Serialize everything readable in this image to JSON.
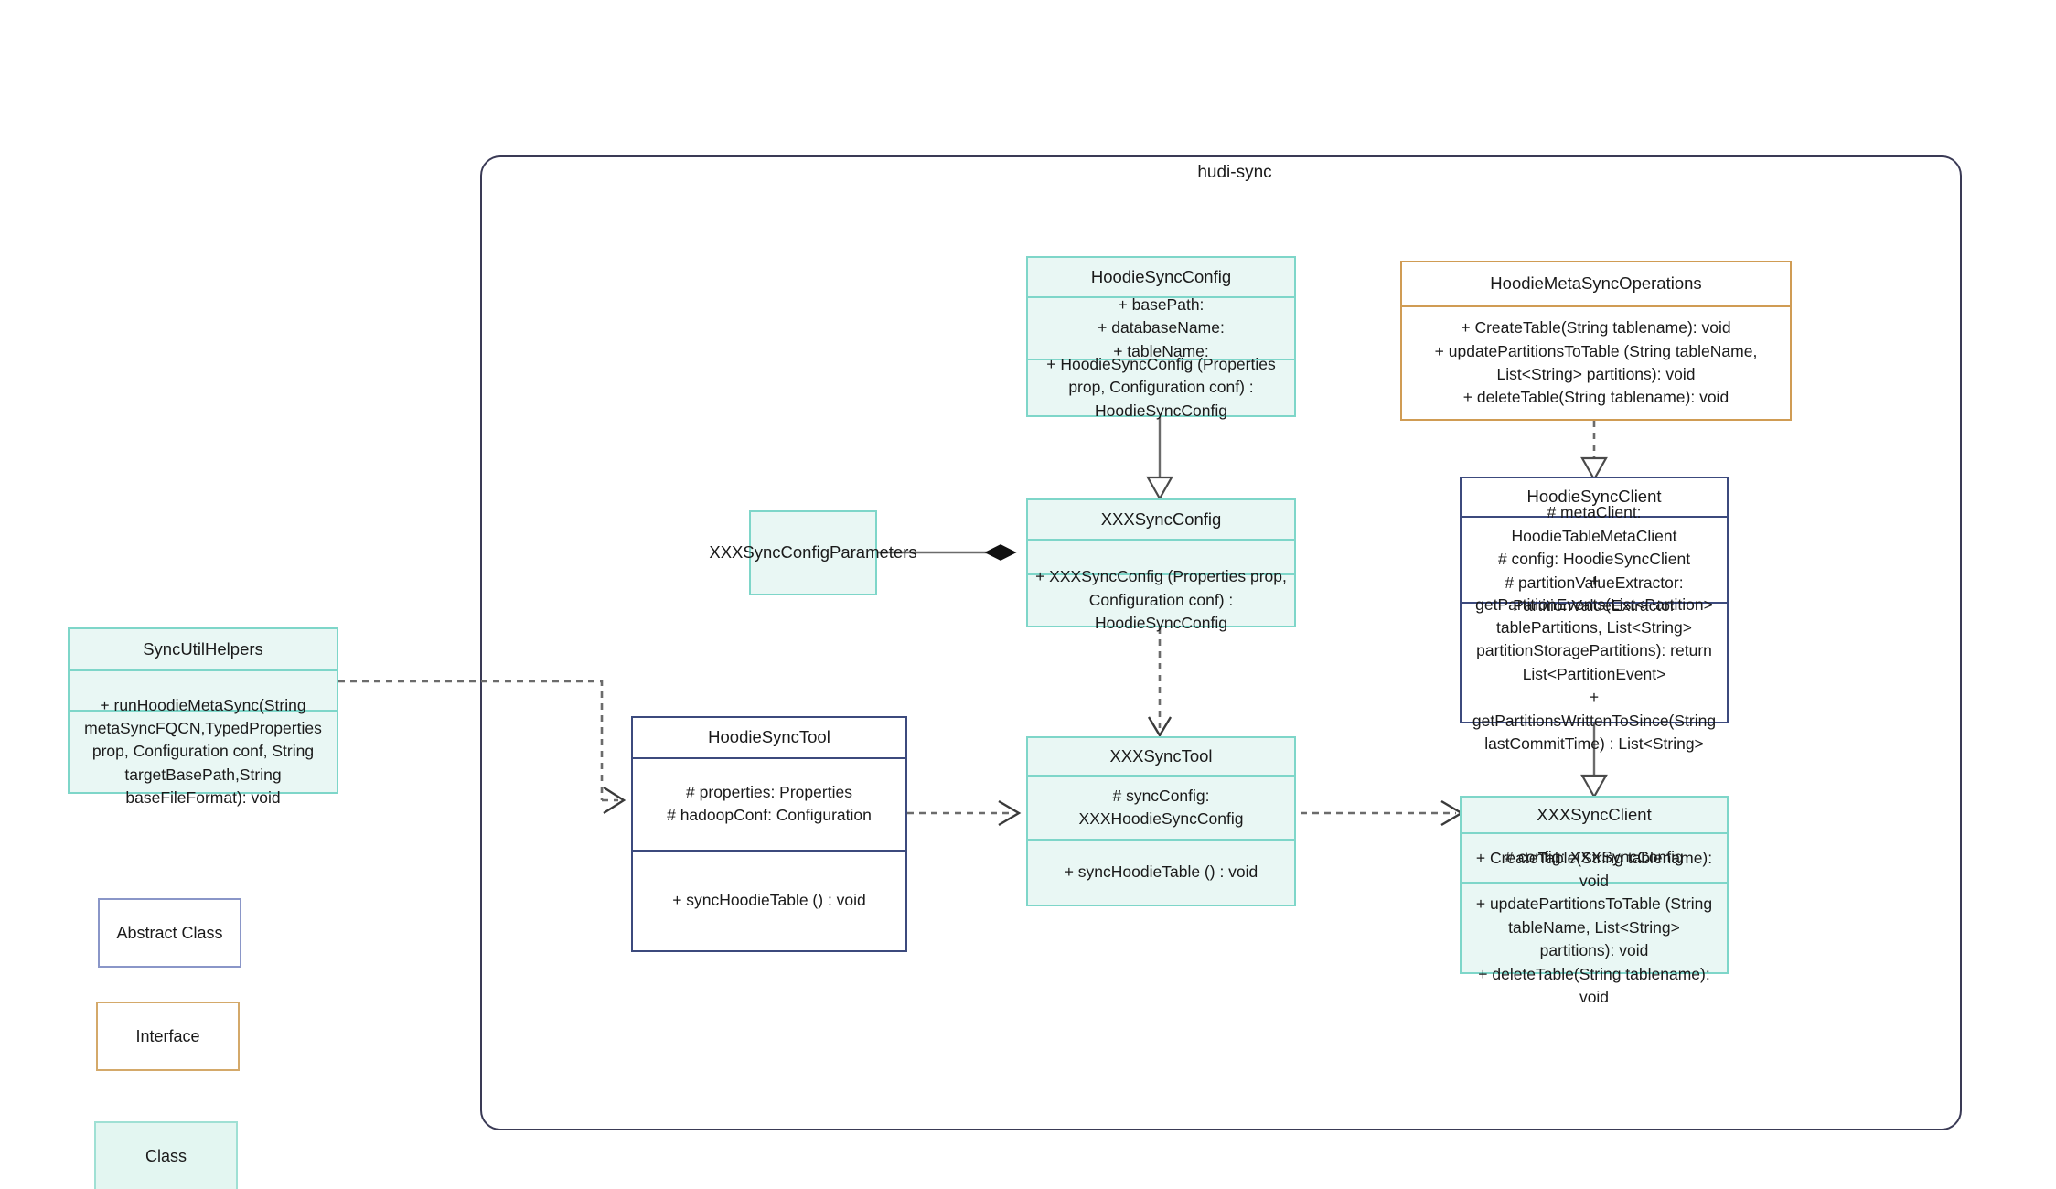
{
  "package": {
    "title": "hudi-sync"
  },
  "classes": {
    "hoodie_sync_config": {
      "name": "HoodieSyncConfig",
      "attributes": "+    basePath:\n+   databaseName:\n+    tableName:",
      "methods": "+   HoodieSyncConfig (Properties prop, Configuration conf) : HoodieSyncConfig"
    },
    "hoodie_meta_sync_operations": {
      "name": "HoodieMetaSyncOperations",
      "methods": "+    CreateTable(String tablename): void\n+   updatePartitionsToTable (String tableName, List<String> partitions): void\n+    deleteTable(String tablename): void"
    },
    "xxx_sync_config_parameters": {
      "name": "XXXSyncConfigParameters"
    },
    "xxx_sync_config": {
      "name": "XXXSyncConfig",
      "attributes": "",
      "methods": "+   XXXSyncConfig (Properties prop, Configuration conf) : HoodieSyncConfig"
    },
    "hoodie_sync_client": {
      "name": "HoodieSyncClient",
      "attributes": "#   metaClient: HoodieTableMetaClient\n#   config: HoodieSyncClient\n#    partitionValueExtractor: PartitionValueExtractor",
      "methods": "+   getPartitionEvents(List<Partition> tablePartitions, List<String> partitionStoragePartitions): return List<PartitionEvent>\n+   getPartitionsWrittenToSince(String lastCommitTime) : List<String>"
    },
    "sync_util_helpers": {
      "name": "SyncUtilHelpers",
      "attributes": "",
      "methods": "+     runHoodieMetaSync(String metaSyncFQCN,TypedProperties prop, Configuration conf, String targetBasePath,String baseFileFormat): void"
    },
    "hoodie_sync_tool": {
      "name": "HoodieSyncTool",
      "attributes": "#   properties: Properties\n#   hadoopConf: Configuration",
      "methods": "+   syncHoodieTable () : void"
    },
    "xxx_sync_tool": {
      "name": "XXXSyncTool",
      "attributes": "#  syncConfig: XXXHoodieSyncConfig",
      "methods": "+   syncHoodieTable () : void"
    },
    "xxx_sync_client": {
      "name": "XXXSyncClient",
      "attributes": "#   config: XXXSyncConfig",
      "methods": "+    CreateTable(String tablename): void\n+    updatePartitionsToTable (String tableName, List<String> partitions): void\n+    deleteTable(String tablename): void"
    }
  },
  "legend": {
    "abstract_class": "Abstract Class",
    "interface": "Interface",
    "class": "Class"
  },
  "colors": {
    "class_fill": "#e9f7f4",
    "class_border": "#7ed6c9",
    "abstract_border": "#3c4a7d",
    "interface_border": "#d09c54",
    "package_border": "#3a3a55",
    "connector": "#6b6b6b"
  }
}
